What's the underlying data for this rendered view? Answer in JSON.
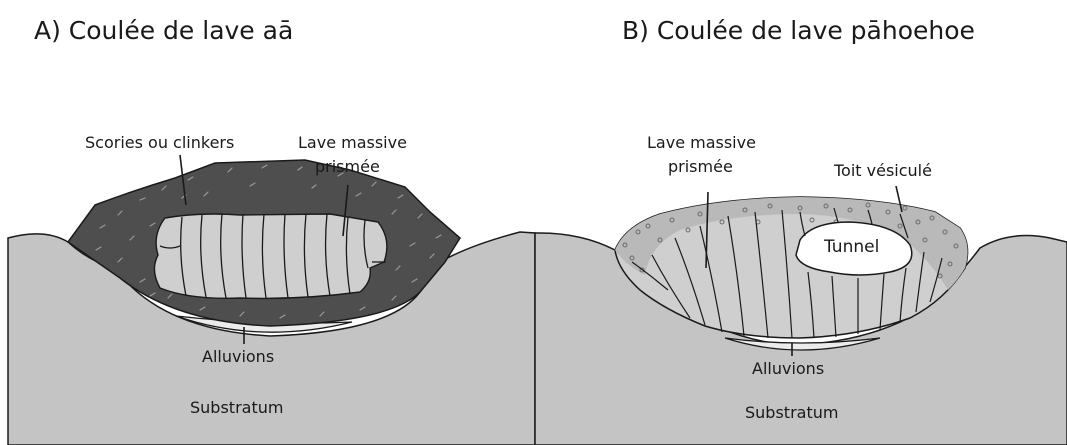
{
  "panel_a": {
    "title": "A) Coulée de lave aā",
    "labels": {
      "scories": "Scories ou clinkers",
      "massive_line1": "Lave massive",
      "massive_line2": "prismée",
      "alluvions": "Alluvions",
      "substratum": "Substratum"
    }
  },
  "panel_b": {
    "title": "B) Coulée de lave pāhoehoe",
    "labels": {
      "massive_line1": "Lave massive",
      "massive_line2": "prismée",
      "toit": "Toit vésiculé",
      "tunnel": "Tunnel",
      "alluvions": "Alluvions",
      "substratum": "Substratum"
    }
  },
  "colors": {
    "substratum": "#c4c4c4",
    "scories": "#4e4e4e",
    "massive_lava": "#cfcfcf",
    "alluvions": "#ececec",
    "toit": "#b9b9b9",
    "tunnel": "#ffffff",
    "line": "#1a1a1a"
  }
}
